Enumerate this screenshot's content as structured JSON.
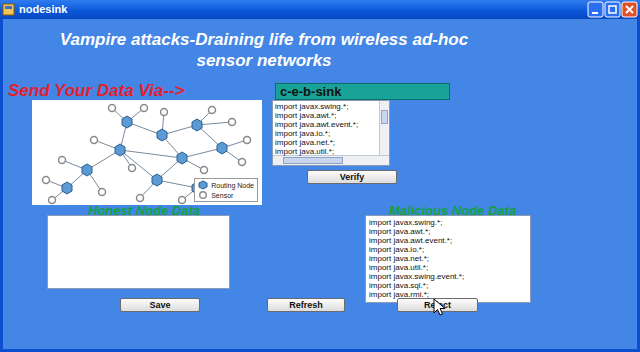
{
  "diagram": {
    "title": "Vampire attacks-Draining life from wireless ad-hoc sensor networks",
    "nodes": [
      {
        "text": [
          "c-e-b-sink"
        ]
      },
      {
        "text": [
          "import javax.swing.*;",
          "import java.awt.*;",
          "import java.awt.event.*;",
          "import java.io.*;",
          "import java.net.*;",
          "import java.util.*;"
        ]
      },
      {
        "text": [
          "Verify"
        ]
      },
      {
        "text": [
          "Honest Node Data"
        ]
      },
      {
        "text": [
          "Malicious Node Data",
          "import javax.swing.*;",
          "import java.awt.*;",
          "import java.awt.event.*;",
          "import java.io.*;",
          "import java.net.*;",
          "import java.util.*;",
          "import javax.swing.event.*;",
          "import java.sql.*;",
          "import java.rmi.*;"
        ]
      },
      {
        "text": [
          "Save"
        ]
      },
      {
        "text": [
          "Refresh"
        ]
      },
      {
        "text": [
          "Reject"
        ]
      }
    ],
    "labels": [
      "nodesink",
      "Send Your Data Via-->"
    ],
    "legend": [
      {
        "text": "Routing Node"
      },
      {
        "text": "Sensor"
      }
    ]
  }
}
